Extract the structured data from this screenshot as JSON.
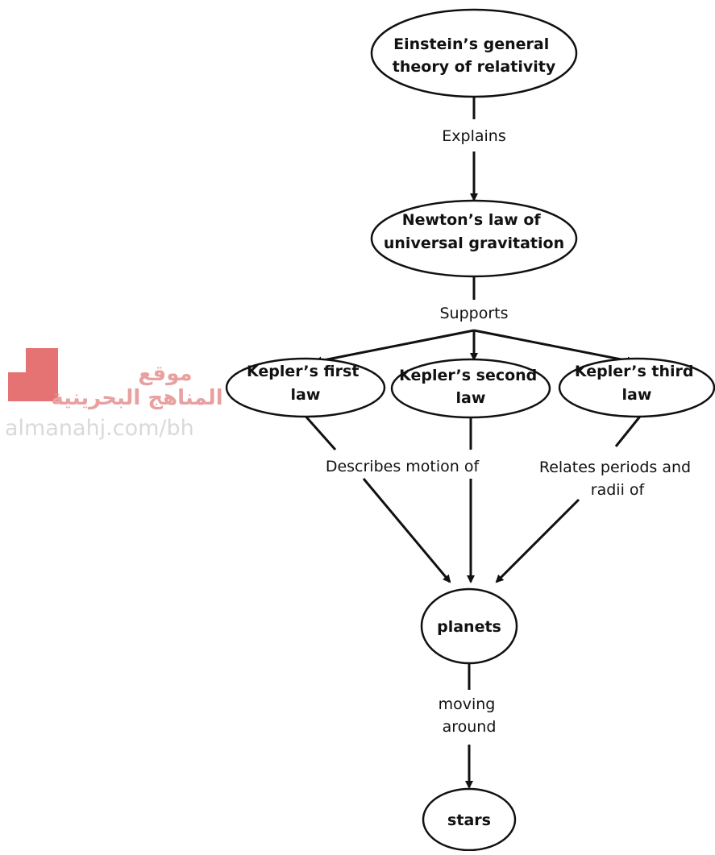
{
  "diagram": {
    "nodes": {
      "einstein": [
        "Einstein’s general",
        "theory of relativity"
      ],
      "newton": [
        "Newton’s law of",
        "universal gravitation"
      ],
      "kepler1": [
        "Kepler’s first",
        "law"
      ],
      "kepler2": [
        "Kepler’s second",
        "law"
      ],
      "kepler3": [
        "Kepler’s third",
        "law"
      ],
      "planets": [
        "planets"
      ],
      "stars": [
        "stars"
      ]
    },
    "links": {
      "explains": [
        "Explains"
      ],
      "supports": [
        "Supports"
      ],
      "describes": [
        "Describes motion of"
      ],
      "relates": [
        "Relates periods and",
        "radii of"
      ],
      "moving": [
        "moving",
        "around"
      ]
    }
  },
  "watermark": {
    "arabic_line1": "موقع",
    "arabic_line2": "المناهج البحرينية",
    "url": "almanahj.com/bh",
    "color": "#e05a5a"
  }
}
